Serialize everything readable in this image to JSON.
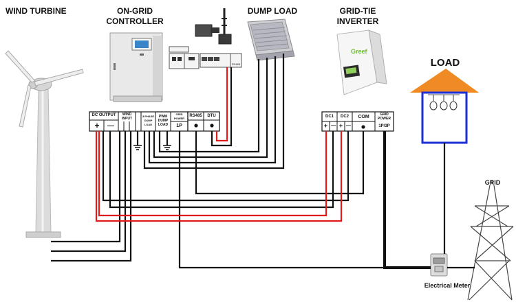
{
  "labels": {
    "wind_turbine": "WIND TURBINE",
    "controller_line1": "ON-GRID",
    "controller_line2": "CONTROLLER",
    "dump_load": "DUMP LOAD",
    "inverter_line1": "GRID-TIE",
    "inverter_line2": "INVERTER",
    "load": "LOAD",
    "grid": "GRID",
    "meter": "Electrical Meter"
  },
  "controller_terminals": {
    "dc_output": "DC OUTPUT",
    "plus": "+",
    "minus": "—",
    "wind_input_l1": "WIND",
    "wind_input_l2": "INPUT",
    "three_phase_l1": "3 PHASE",
    "three_phase_l2": "DUMP",
    "three_phase_l3": "LOAD",
    "pwm_l1": "PWM",
    "pwm_l2": "DUMP",
    "pwm_l3": "LOAD",
    "grid_power_l1": "GRID",
    "grid_power_l2": "POWER",
    "one_p": "1P",
    "rs485": "RS485",
    "dtu": "DTU"
  },
  "inverter_terminals": {
    "dc1": "DC1",
    "dc2": "DC2",
    "com": "COM",
    "grid_power_l1": "GRID",
    "grid_power_l2": "POWER",
    "phase": "1P/3P",
    "plus": "+",
    "minus": "—"
  },
  "device_text": {
    "inverter_brand": "Greef",
    "dtu_port": "RS485"
  },
  "colors": {
    "wire_black": "#111111",
    "wire_red": "#e01b1b",
    "roof_orange": "#f08a24",
    "house_blue": "#1c2fd6",
    "inverter_green": "#6bbf2a",
    "screen_green": "#8fcf5a"
  }
}
